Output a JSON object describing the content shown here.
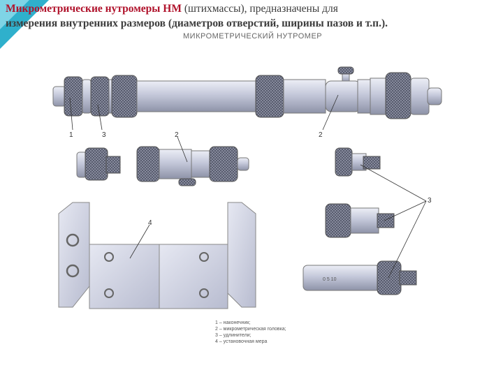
{
  "heading": {
    "accent": "Микрометрические нутромеры НМ",
    "rest": " (штихмассы), предназначены для",
    "line2": "измерения внутренних размеров (диаметров отверстий, ширины пазов и т.п.)."
  },
  "figure": {
    "title": "МИКРОМЕТРИЧЕСКИЙ НУТРОМЕР",
    "callouts": [
      "1",
      "3",
      "2",
      "2",
      "3",
      "4"
    ],
    "scale_marks": "0 5 10",
    "legend": [
      "1 – наконечник;",
      "2 – микрометрическая головка;",
      "3 – удлинители;",
      "4 – установочная мера"
    ]
  },
  "colors": {
    "accent": "#b0122b",
    "corner": "#35b3cf",
    "metal": "#c9ccdd",
    "knurl": "#6d7182"
  }
}
